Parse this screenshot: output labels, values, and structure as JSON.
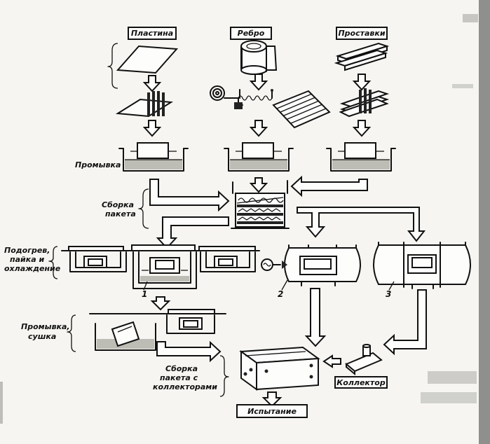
{
  "materials": {
    "plate": "Пластина",
    "fin": "Ребро",
    "spacers": "Проставки"
  },
  "stages": {
    "washing": "Промывка",
    "assembly": [
      "Сборка",
      "пакета"
    ],
    "heating": [
      "Подогрев,",
      "пайка и",
      "охлаждение"
    ],
    "washing_drying": [
      "Промывка,",
      "сушка"
    ],
    "assembly_collectors": [
      "Сборка",
      "пакета с",
      "коллекторами"
    ]
  },
  "parts": {
    "collector": "Коллектор",
    "testing": "Испытание"
  },
  "numbers": [
    "1",
    "2",
    "3"
  ]
}
